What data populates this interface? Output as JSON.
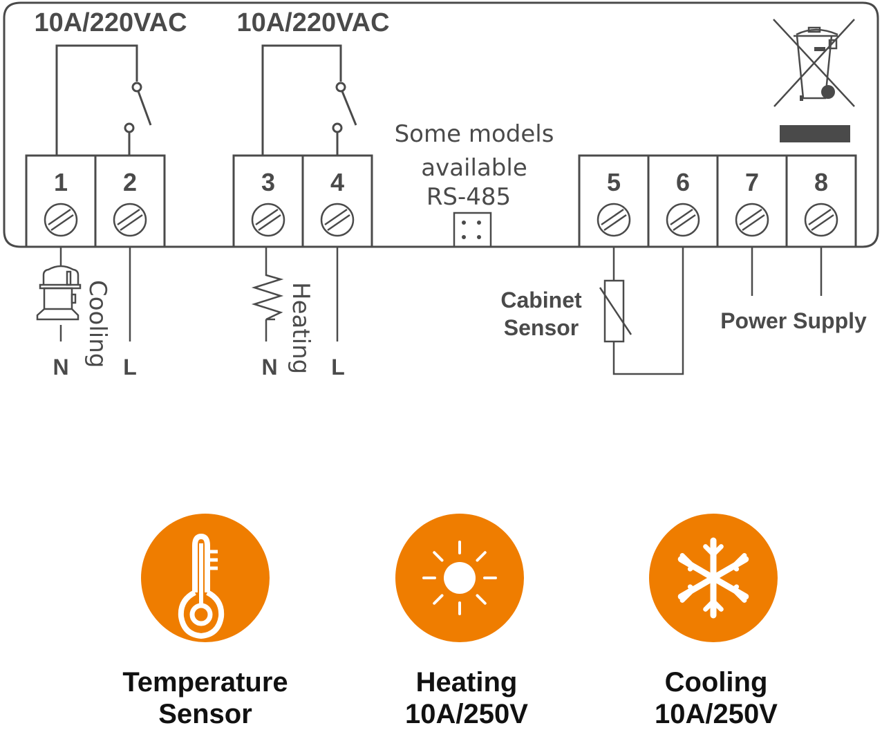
{
  "diagram": {
    "relay_labels": [
      "10A/220VAC",
      "10A/220VAC"
    ],
    "terminals": [
      "1",
      "2",
      "3",
      "4",
      "5",
      "6",
      "7",
      "8"
    ],
    "rs485_note": [
      "Some models",
      "available",
      "RS-485"
    ],
    "cooling_label": "Cooling",
    "heating_label": "Heating",
    "neutral_label": "N",
    "live_label": "L",
    "cabinet_sensor_label": [
      "Cabinet",
      "Sensor"
    ],
    "power_supply_label": "Power Supply",
    "weee_icon": "crossed-out-wheelie-bin-icon"
  },
  "features": [
    {
      "icon": "thermometer-icon",
      "line1": "Temperature",
      "line2": "Sensor"
    },
    {
      "icon": "sun-icon",
      "line1": "Heating",
      "line2": "10A/250V"
    },
    {
      "icon": "snowflake-icon",
      "line1": "Cooling",
      "line2": "10A/250V"
    }
  ],
  "colors": {
    "line": "#4a4a4a",
    "accent": "#ef7d00",
    "caption": "#111111"
  }
}
